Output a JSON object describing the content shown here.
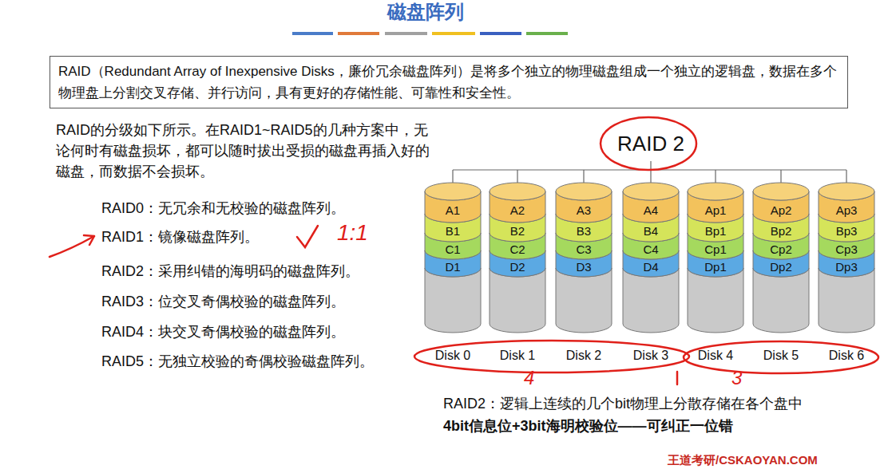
{
  "diagram": {
    "title": "磁盘阵列",
    "nodes": [
      {
        "text": [
          "RAID（Redundant Array of Inexpensive Disks，廉价冗余磁盘阵列）是将多个独立的物理磁盘组成一个独立的逻辑盘，数据在多个物理盘上分割交叉存储、并行访问，具有更好的存储性能、可靠性和安全性。"
        ]
      },
      {
        "text": [
          "Disk 0"
        ]
      },
      {
        "text": [
          "A1"
        ],
        "in": 1
      },
      {
        "text": [
          "B1"
        ],
        "in": 1
      },
      {
        "text": [
          "C1"
        ],
        "in": 1
      },
      {
        "text": [
          "D1"
        ],
        "in": 1
      },
      {
        "text": [
          "Disk 1"
        ]
      },
      {
        "text": [
          "A2"
        ],
        "in": 6
      },
      {
        "text": [
          "B2"
        ],
        "in": 6
      },
      {
        "text": [
          "C2"
        ],
        "in": 6
      },
      {
        "text": [
          "D2"
        ],
        "in": 6
      },
      {
        "text": [
          "Disk 2"
        ]
      },
      {
        "text": [
          "A3"
        ],
        "in": 11
      },
      {
        "text": [
          "B3"
        ],
        "in": 11
      },
      {
        "text": [
          "C3"
        ],
        "in": 11
      },
      {
        "text": [
          "D3"
        ],
        "in": 11
      },
      {
        "text": [
          "Disk 3"
        ]
      },
      {
        "text": [
          "A4"
        ],
        "in": 16
      },
      {
        "text": [
          "B4"
        ],
        "in": 16
      },
      {
        "text": [
          "C4"
        ],
        "in": 16
      },
      {
        "text": [
          "D4"
        ],
        "in": 16
      },
      {
        "text": [
          "Disk 4"
        ]
      },
      {
        "text": [
          "Ap1"
        ],
        "in": 21
      },
      {
        "text": [
          "Bp1"
        ],
        "in": 21
      },
      {
        "text": [
          "Cp1"
        ],
        "in": 21
      },
      {
        "text": [
          "Dp1"
        ],
        "in": 21
      },
      {
        "text": [
          "Disk 5"
        ]
      },
      {
        "text": [
          "Ap2"
        ],
        "in": 26
      },
      {
        "text": [
          "Bp2"
        ],
        "in": 26
      },
      {
        "text": [
          "Cp2"
        ],
        "in": 26
      },
      {
        "text": [
          "Dp2"
        ],
        "in": 26
      },
      {
        "text": [
          "Disk 6"
        ]
      },
      {
        "text": [
          "Ap3"
        ],
        "in": 31
      },
      {
        "text": [
          "Bp3"
        ],
        "in": 31
      },
      {
        "text": [
          "Cp3"
        ],
        "in": 31
      },
      {
        "text": [
          "Dp3"
        ],
        "in": 31
      }
    ],
    "labels": [
      "RAID的分级如下所示。在RAID1~RAID5的几种方案中，无论何时有磁盘损坏，都可以随时拔出受损的磁盘再插入好的磁盘，而数据不会损坏。",
      "RAID0：无冗余和无校验的磁盘阵列。",
      "RAID1：镜像磁盘阵列。",
      "RAID2：采用纠错的海明码的磁盘阵列。",
      "RAID3：位交叉奇偶校验的磁盘阵列。",
      "RAID4：块交叉奇偶校验的磁盘阵列。",
      "RAID5：无独立校验的奇偶校验磁盘阵列。",
      "RAID 2",
      "RAID2：逻辑上连续的几个bit物理上分散存储在各个盘中",
      "4bit信息位+3bit海明校验位——可纠正一位错",
      "1:1",
      "4",
      "3",
      "王道考研/CSKAOYAN.COM"
    ]
  }
}
